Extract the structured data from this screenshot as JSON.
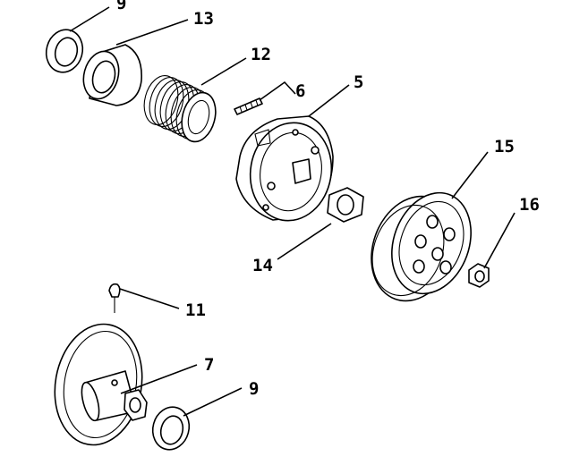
{
  "diagram": {
    "callouts": [
      {
        "id": "c9a",
        "text": "9"
      },
      {
        "id": "c13",
        "text": "13"
      },
      {
        "id": "c12",
        "text": "12"
      },
      {
        "id": "c6",
        "text": "6"
      },
      {
        "id": "c5",
        "text": "5"
      },
      {
        "id": "c15",
        "text": "15"
      },
      {
        "id": "c16",
        "text": "16"
      },
      {
        "id": "c14",
        "text": "14"
      },
      {
        "id": "c11",
        "text": "11"
      },
      {
        "id": "c7",
        "text": "7"
      },
      {
        "id": "c9b",
        "text": "9"
      }
    ]
  }
}
